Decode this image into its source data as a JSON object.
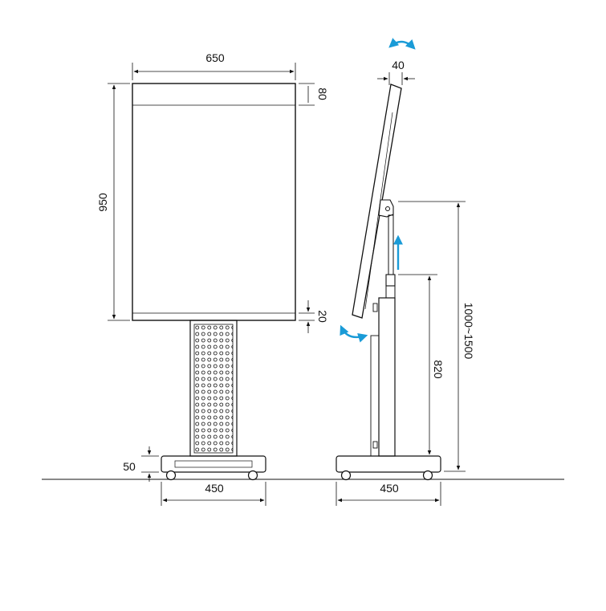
{
  "front_view": {
    "width_label": "650",
    "height_label": "950",
    "top_band_label": "80",
    "bottom_band_label": "20",
    "base_height_label": "50",
    "base_width_label": "450"
  },
  "side_view": {
    "thickness_label": "40",
    "height_range_label": "1000~1500",
    "column_height_label": "820",
    "base_width_label": "450"
  },
  "colors": {
    "line": "#111111",
    "arrow": "#1a9bd7",
    "background": "#ffffff"
  },
  "icons": [
    "tilt-arrow-icon",
    "height-adjust-arrow-icon"
  ]
}
